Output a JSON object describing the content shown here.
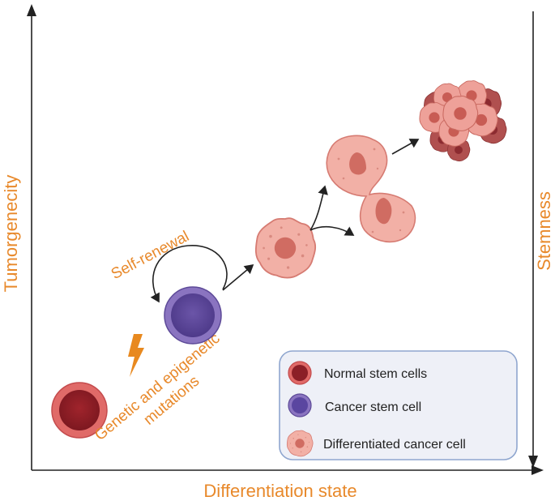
{
  "axes": {
    "x_label": "Differentiation state",
    "y_left_label": "Tumorgenecity",
    "y_right_label": "Stemness"
  },
  "annotations": {
    "self_renewal": "Self-renewal",
    "mutations_line1": "Genetic and epigenetic",
    "mutations_line2": "mutations"
  },
  "legend": {
    "normal": "Normal stem cells",
    "cancer_stem": "Cancer stem cell",
    "differentiated": "Differentiated cancer cell"
  },
  "colors": {
    "label_orange": "#e8892b",
    "normal_cell": "#a01f2a",
    "cancer_stem_cell": "#6a4fa3",
    "differentiated_cell": "#eea199",
    "legend_bg": "#eef0f7",
    "legend_border": "#8fa6cf"
  },
  "icons": {
    "mutation": "lightning-bolt-icon"
  }
}
